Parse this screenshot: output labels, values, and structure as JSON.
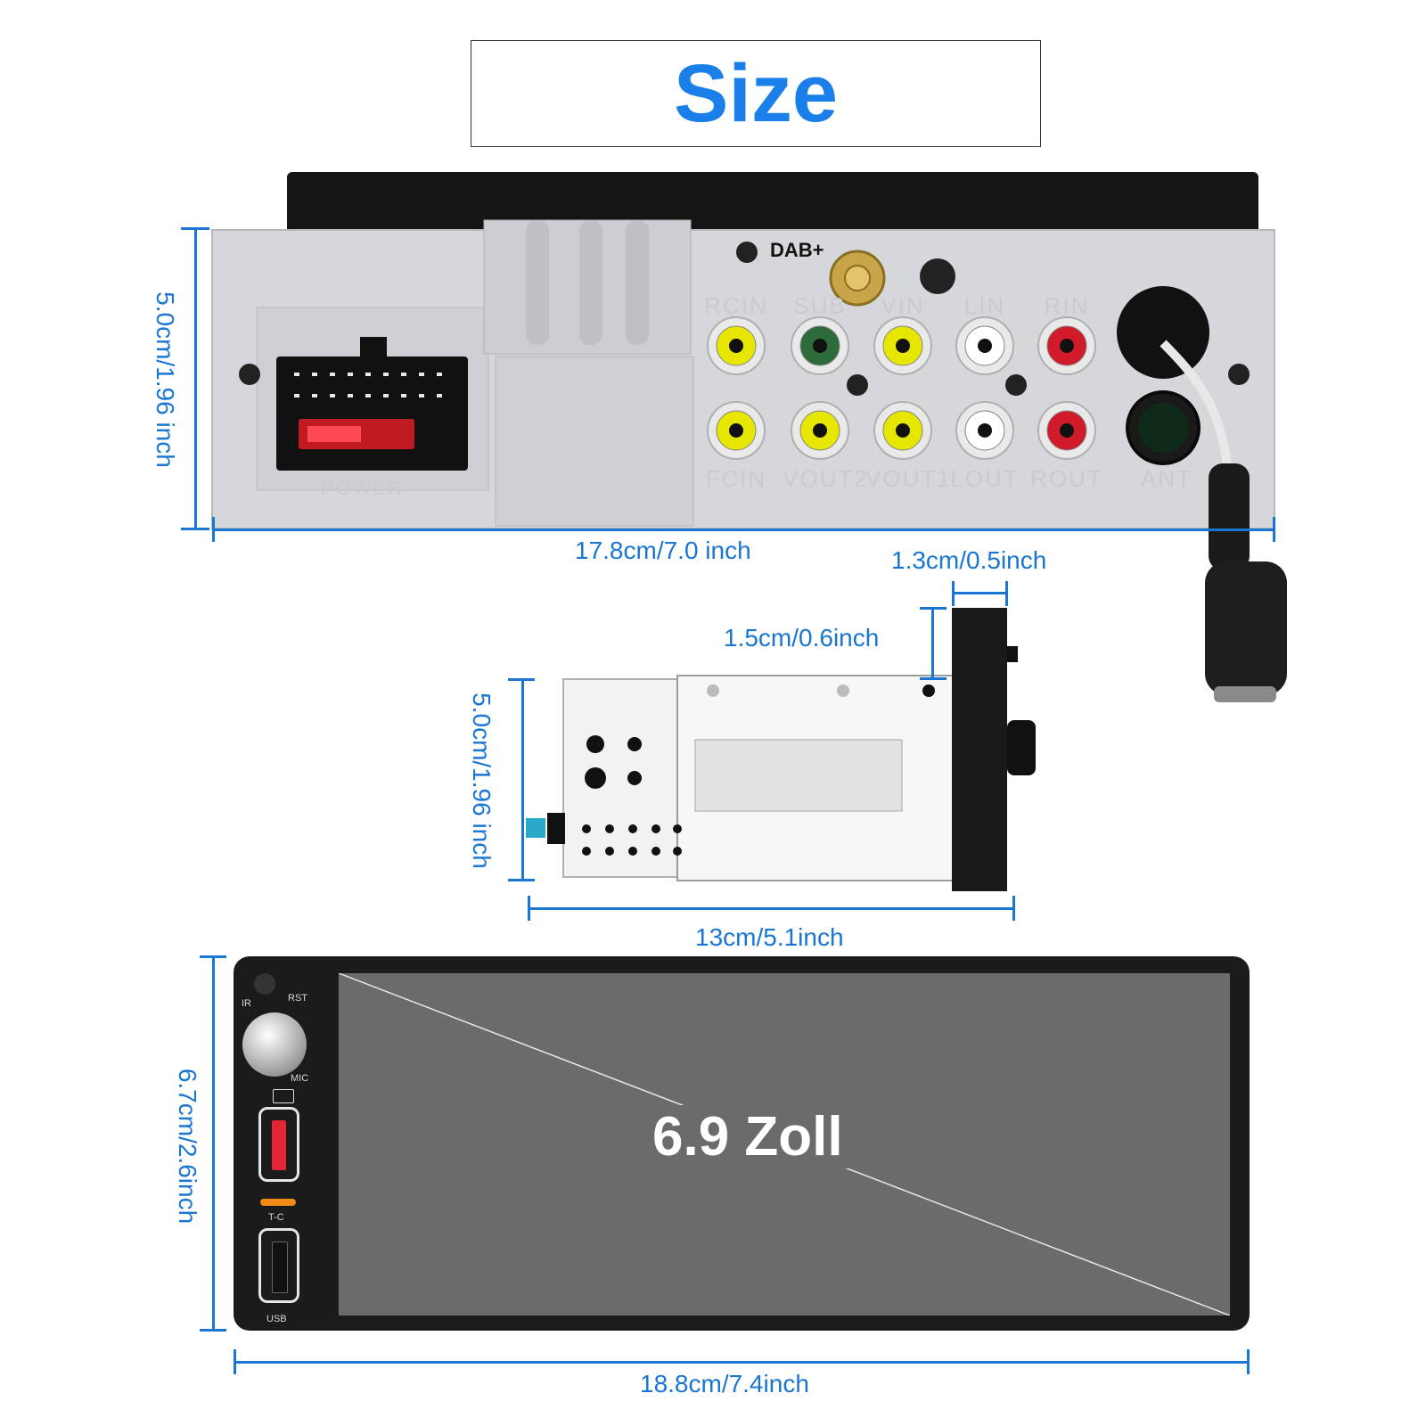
{
  "title": "Size",
  "colors": {
    "accent": "#1a7fe8",
    "dimension": "#1976d2",
    "screen": "#6b6b6b",
    "panel": "#d6d7db"
  },
  "back_view": {
    "height_label": "5.0cm/1.96 inch",
    "width_label": "17.8cm/7.0 inch",
    "dab_label": "DAB+",
    "power_label": "POWER",
    "top_jacks": [
      "RCIN",
      "SUB",
      "VIN",
      "LIN",
      "RIN"
    ],
    "bottom_jacks": [
      "FCIN",
      "VOUT2",
      "VOUT1",
      "LOUT",
      "ROUT"
    ],
    "ant_label": "ANT",
    "jack_colors_top": [
      "#e6e600",
      "#2d6b3a",
      "#e6e600",
      "#ffffff",
      "#d11a2a"
    ],
    "jack_colors_bottom": [
      "#e6e600",
      "#e6e600",
      "#e6e600",
      "#ffffff",
      "#d11a2a"
    ]
  },
  "side_view": {
    "front_depth_label": "1.3cm/0.5inch",
    "front_offset_label": "1.5cm/0.6inch",
    "height_label": "5.0cm/1.96 inch",
    "depth_label": "13cm/5.1inch"
  },
  "front_view": {
    "height_label": "6.7cm/2.6inch",
    "width_label": "18.8cm/7.4inch",
    "screen_label": "6.9 Zoll",
    "ir_label": "IR",
    "rst_label": "RST",
    "mic_label": "MIC",
    "tc_label": "T-C",
    "usb_label": "USB"
  }
}
